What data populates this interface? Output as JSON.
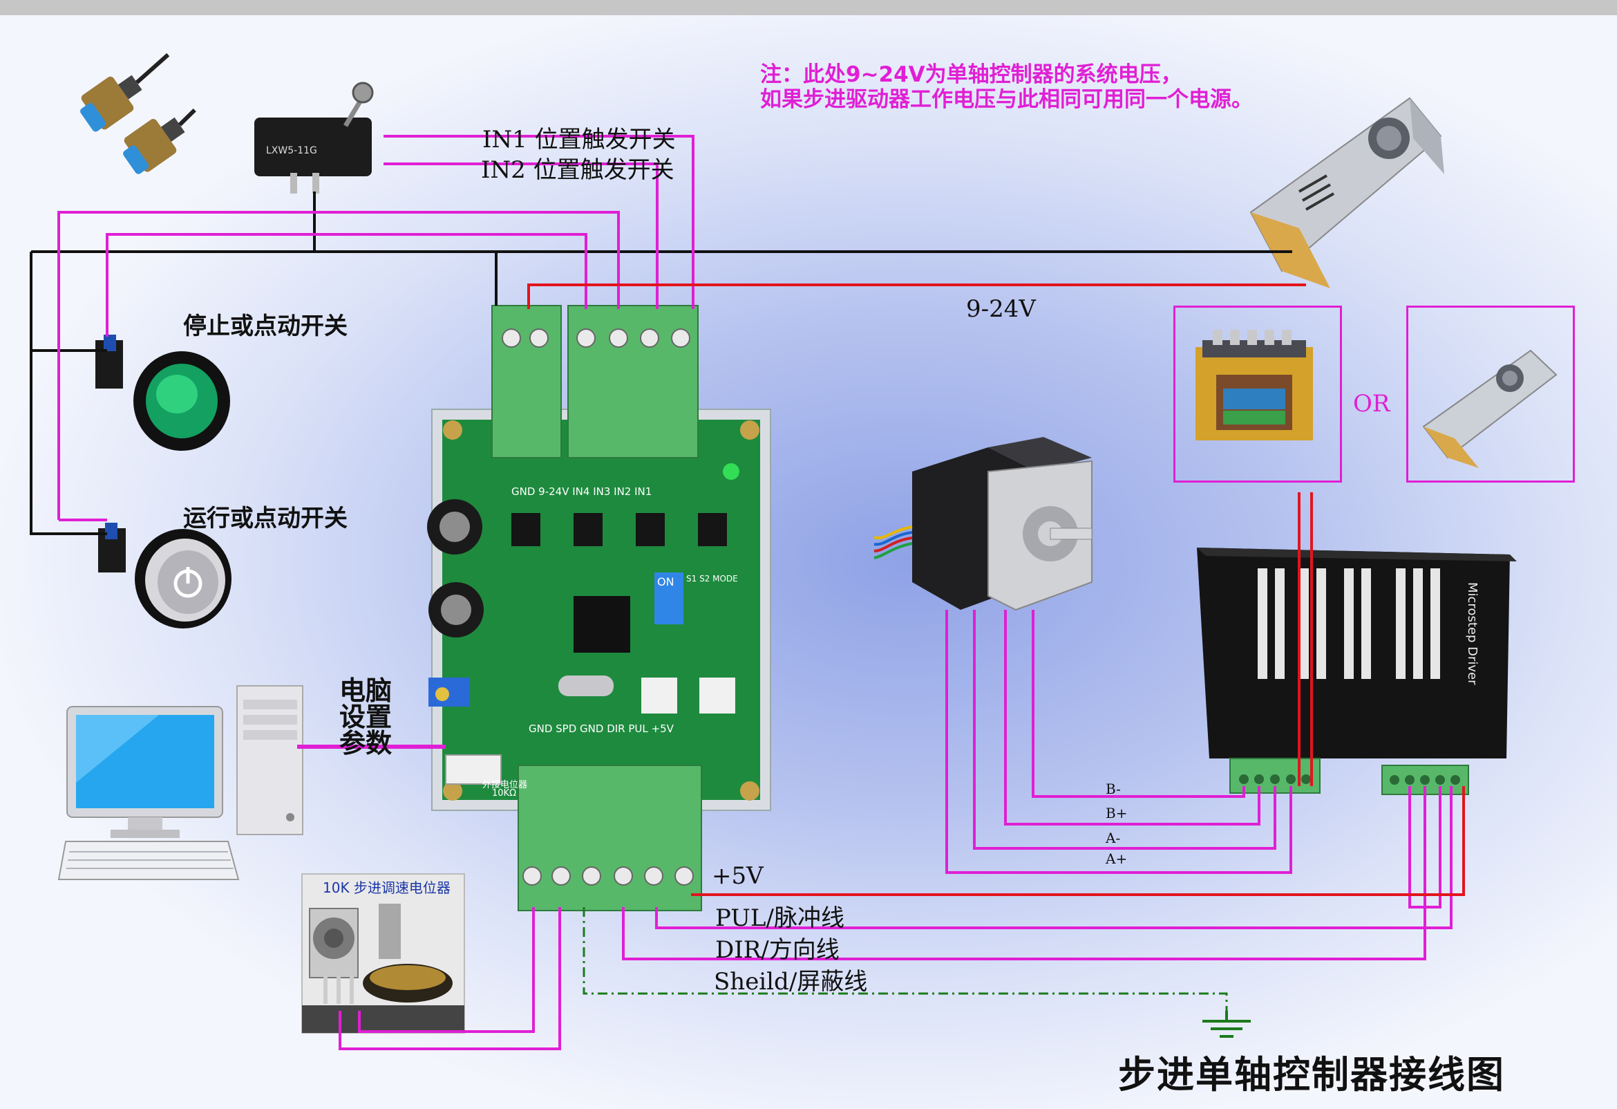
{
  "title": "步进单轴控制器接线图",
  "note": {
    "line1": "注：此处9~24V为单轴控制器的系统电压，",
    "line2": "如果步进驱动器工作电压与此相同可用同一个电源。"
  },
  "labels": {
    "in1": "IN1 位置触发开关",
    "in2": "IN2 位置触发开关",
    "stop_switch": "停止或点动开关",
    "run_switch": "运行或点动开关",
    "voltage": "9-24V",
    "or": "OR",
    "pc_setup": "电脑设置参数",
    "potentiometer": "10K  步进调速电位器",
    "plus5v": "+5V",
    "pul": "PUL/脉冲线",
    "dir": "DIR/方向线",
    "shield": "Sheild/屏蔽线",
    "b_minus": "B-",
    "b_plus": "B+",
    "a_minus": "A-",
    "a_plus": "A+"
  },
  "board": {
    "top_pins": "GND 9-24V   IN4  IN3  IN2  IN1",
    "bottom_pins": "GND  SPD  GND  DIR  PUL  +5V",
    "dip": "ON",
    "mode_header": "S1 S2  MODE",
    "pot_bottom": "外接电位器",
    "pot_value": "10KΩ"
  },
  "components": {
    "limit_switch_model": "LXW5-11G",
    "driver_name": "Microstep Driver"
  },
  "colors": {
    "magenta_wire": "#e01fd4",
    "red_wire": "#e3141e",
    "black_wire": "#111111",
    "ground_wire": "#1b7a1b",
    "board_green": "#1e8a3e",
    "terminal_green": "#58b86a",
    "note_color": "#e01fd4"
  },
  "icons": [
    "proximity-sensor-icon",
    "limit-switch-icon",
    "stop-button-icon",
    "run-button-icon",
    "computer-icon",
    "potentiometer-icon",
    "power-supply-icon",
    "transformer-icon",
    "stepper-motor-icon",
    "stepper-driver-icon",
    "ground-icon"
  ]
}
